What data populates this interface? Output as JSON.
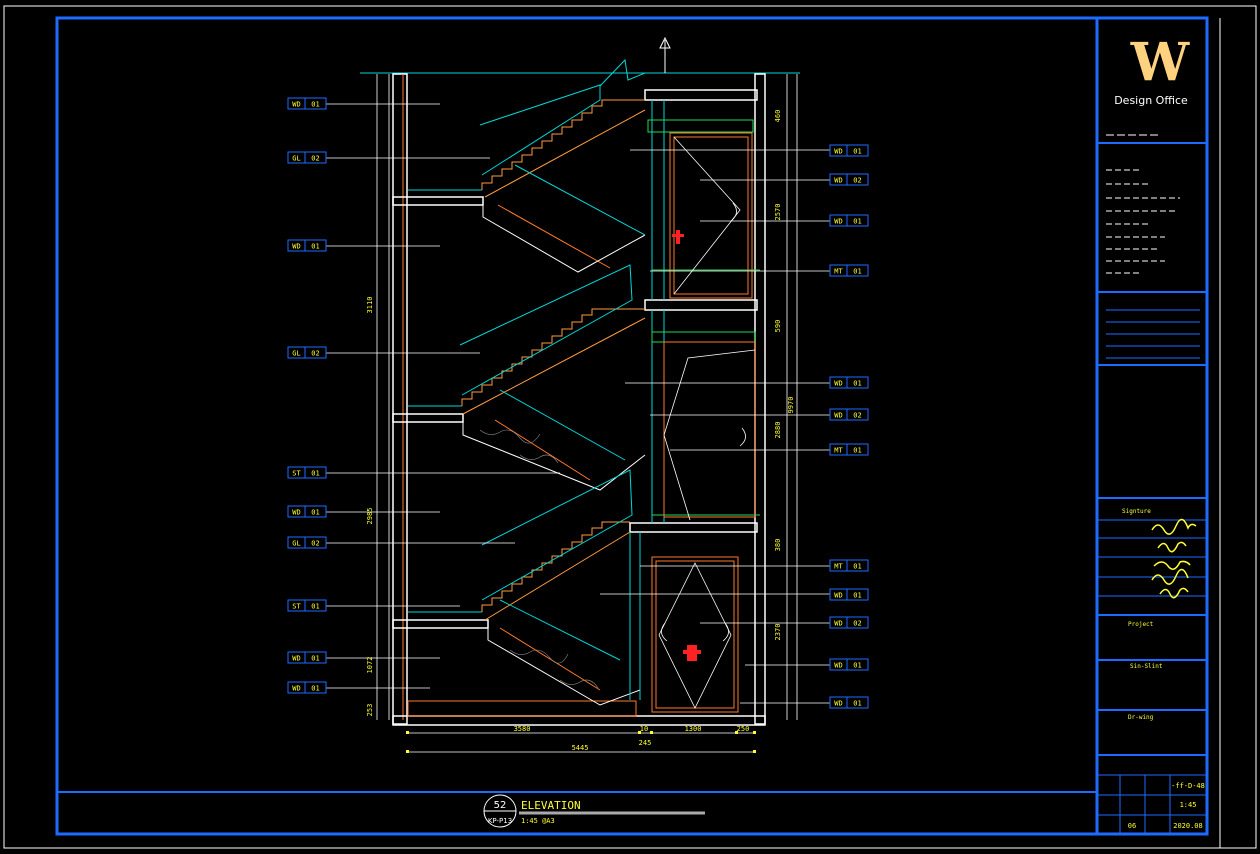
{
  "title_block": {
    "logo": "W",
    "office": "Design Office",
    "sig_label": "Signture",
    "scale_label": "1:45",
    "date": "2020.08",
    "num": "-ff-D-48",
    "rev": "06",
    "project_caption": "Sin-Slint",
    "label_caption": "Project",
    "drawing_caption": "Dr-wing"
  },
  "caption": {
    "number": "52",
    "sheet_ref": "KP-P13",
    "title": "ELEVATION",
    "scale": "1:45 @A3"
  },
  "dimensions": {
    "bottom": [
      "3580",
      "10",
      "1300",
      "250",
      "5445",
      "245"
    ],
    "left": [
      "3110",
      "2985",
      "1072",
      "253"
    ],
    "right": [
      "460",
      "2570",
      "590",
      "2880",
      "380",
      "2370",
      "9970"
    ]
  },
  "left_tags": [
    {
      "code": "WD",
      "num": "01"
    },
    {
      "code": "GL",
      "num": "02"
    },
    {
      "code": "WD",
      "num": "01"
    },
    {
      "code": "GL",
      "num": "02"
    },
    {
      "code": "ST",
      "num": "01"
    },
    {
      "code": "WD",
      "num": "01"
    },
    {
      "code": "GL",
      "num": "02"
    },
    {
      "code": "ST",
      "num": "01"
    },
    {
      "code": "WD",
      "num": "01"
    },
    {
      "code": "WD",
      "num": "01"
    }
  ],
  "right_tags": [
    {
      "code": "WD",
      "num": "01"
    },
    {
      "code": "WD",
      "num": "02"
    },
    {
      "code": "WD",
      "num": "01"
    },
    {
      "code": "MT",
      "num": "01"
    },
    {
      "code": "WD",
      "num": "01"
    },
    {
      "code": "WD",
      "num": "02"
    },
    {
      "code": "MT",
      "num": "01"
    },
    {
      "code": "MT",
      "num": "01"
    },
    {
      "code": "WD",
      "num": "01"
    },
    {
      "code": "WD",
      "num": "02"
    },
    {
      "code": "WD",
      "num": "01"
    },
    {
      "code": "WD",
      "num": "01"
    }
  ],
  "colors": {
    "frame": "#1e6cff",
    "wall": "#ff7a2a",
    "stair": "#ff9a3c",
    "glass": "#00d6d6",
    "annotation": "#ffff33",
    "hatch": "#ff9a3c"
  }
}
